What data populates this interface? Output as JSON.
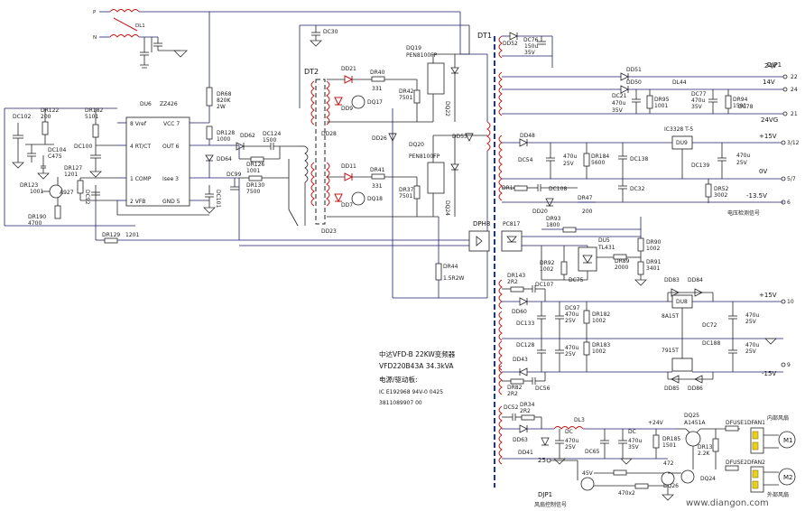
{
  "ic_du6": {
    "name": "DU6",
    "part": "ZZ426",
    "pins": [
      "8 Vref",
      "4 RT/CT",
      "1 COMP",
      "2 VFB",
      "VCC 7",
      "OUT 6",
      "Isee 3",
      "GND 5"
    ]
  },
  "transformers": {
    "dt1": "DT1",
    "dt2": "DT2"
  },
  "dt2_upper": {
    "d21": "DD21",
    "r40": "DR40",
    "r33": "331",
    "r42": "DR42",
    "r42v": "7501",
    "q17": "DQ17",
    "d9": "DD9",
    "d28": "DD28"
  },
  "dt2_lower": {
    "d11": "DD11",
    "r41": "DR41",
    "r33": "331",
    "r37": "DR37",
    "r37v": "7501",
    "q18": "DQ18",
    "d7": "DD7",
    "d23": "DD23"
  },
  "mosfets": {
    "q19": "DQ19",
    "q19p": "PEN8100FP",
    "q20": "DQ20",
    "q20p": "PEN8100FP",
    "q22": "DQ22",
    "q24": "DQ24",
    "d26": "DD26",
    "d53": "DD53"
  },
  "left_parts": {
    "c102": "DC102",
    "r122": "DR122",
    "r122v": "200",
    "r182": "DR182",
    "r182v": "5101",
    "c104": "DC104",
    "c104v": "C475",
    "c100": "DC100",
    "r127": "DR127",
    "r127v": "1201",
    "r123": "DR123",
    "r123v": "1001",
    "q27": "A927",
    "r190": "DR190",
    "r190v": "4700",
    "c92": "DC92",
    "r129": "DR129",
    "r129v": "1201"
  },
  "mid_parts": {
    "r68": "DR68",
    "r68v": "820K",
    "r68w": "2W",
    "r128": "DR128",
    "r128v": "1000",
    "d64": "DD64",
    "c101": "DC101",
    "d62": "DD62",
    "c124": "DC124",
    "c124v": "1500",
    "r126": "DR126",
    "r126v": "1001",
    "c99": "DC99",
    "r130": "DR130",
    "r130v": "7500",
    "c30": "DC30",
    "r44": "DR44",
    "r44v": "1.5R2W"
  },
  "topleft": {
    "p": "P",
    "n": "N",
    "l1": "DL1"
  },
  "dt1_sec_top": {
    "d52": "DD52",
    "c76": "DC76",
    "c76v": "150u",
    "c76w": "35V"
  },
  "djp1_top": {
    "header": "DJP1",
    "v24": "24V",
    "v14": "14V",
    "v24g": "24VG",
    "pin22": "22",
    "pin24": "24",
    "pin21": "21",
    "d51": "DD51",
    "d50": "DD50",
    "c21": "DC21",
    "c21v": "470u",
    "c21w": "35V",
    "r95": "DR95",
    "r95v": "1001",
    "l44": "DL44",
    "c77": "DC77",
    "c77v": "470u",
    "c77w": "35V",
    "r94": "DR94",
    "r94v": "1501",
    "c78": "DC78"
  },
  "reg15": {
    "d48": "DD48",
    "c54": "DC54",
    "c54v": "470u",
    "c54w": "25V",
    "r184": "DR184",
    "r184v": "5600",
    "c138": "DC138",
    "ic": "DU9",
    "ic_part": "IC3328 T-5",
    "v15": "+15V",
    "pin212": "3/12",
    "c139": "DC139",
    "c139v2": "470u",
    "c139w": "25V",
    "v0": "0V",
    "pin57": "5/7",
    "r52": "DR52",
    "r52v": "3002",
    "vm135": "-13.5V",
    "pin6": "6",
    "r142": "DR142",
    "d20": "DD20",
    "c108": "DC108",
    "c32": "DC32",
    "r47": "DR47",
    "r47v": "200",
    "note": "电压检测信号"
  },
  "feedback": {
    "dph8": "DPH8",
    "pc17": "PC817",
    "r93": "DR93",
    "r93v": "1800",
    "du5": "DU5",
    "du5p": "TL431",
    "r90": "DR90",
    "r90v": "1002",
    "r92": "DR92",
    "r92v": "1002",
    "r89": "DR89",
    "r89v": "2000",
    "c75": "DC75",
    "r91": "DR91",
    "r91v": "3401"
  },
  "pm15": {
    "r143": "DR143",
    "r143v": "2R2",
    "c107": "DC107",
    "d60": "DD60",
    "d83": "DD83",
    "d84": "DD84",
    "u8": "DU8",
    "u8p": "8A15T",
    "vp15": "+15V",
    "pin10": "10",
    "c133": "DC133",
    "c97": "DC97",
    "c97v": "470u",
    "c97w": "25V",
    "r182": "DR182",
    "r182v": "1002",
    "c72": "DC72",
    "c72v": "470u",
    "c72w": "25V",
    "c128": "DC128",
    "r183": "DR183",
    "r183v": "1002",
    "c128v": "470u",
    "c128w": "25V",
    "u7p": "7915T",
    "c188": "DC188",
    "c188v": "470u",
    "c188w": "25V",
    "d43": "DD43",
    "r82": "DR82",
    "r82v": "2R2",
    "c56": "DC56",
    "d85": "DD85",
    "d86": "DD86",
    "vm15": "-15V",
    "pin9": "9"
  },
  "fan": {
    "c52": "DC52",
    "r34": "DR34",
    "r34v": "2R2",
    "l3": "DL3",
    "d63": "DD63",
    "c": "DC",
    "cv": "470u",
    "cw": "25V",
    "c65": "DC65",
    "c2": "DC",
    "c2v": "470u",
    "c2w": "35V",
    "r185": "DR185",
    "r185v": "1501",
    "d41": "DD41",
    "v24": "+24V",
    "q25": "DQ25",
    "q25p": "A1451A",
    "r132": "DR132",
    "r132v": "2.2K",
    "fuse1": "DFUSE1",
    "fan1": "DFAN1",
    "fuse2": "DFUSE2",
    "fan2": "DFAN2",
    "fan1_label": "内部风扇",
    "fan2_label": "外部风扇",
    "p25": "25",
    "djp1": "DJP1",
    "sig": "风扇控制信号",
    "v45": "45V",
    "r472": "472",
    "r4702": "470x2",
    "q24": "DQ24",
    "q26": "DQ26"
  },
  "title": {
    "line1": "中达VFD-B 22KW变频器",
    "line2": "VFD220B43A  34.3kVA",
    "line3": "电源/驱动板:",
    "line4": "IC E192968 94V-0 0425",
    "line5": "3811089907 00"
  },
  "watermark": {
    "text": "www.diangon.com"
  }
}
